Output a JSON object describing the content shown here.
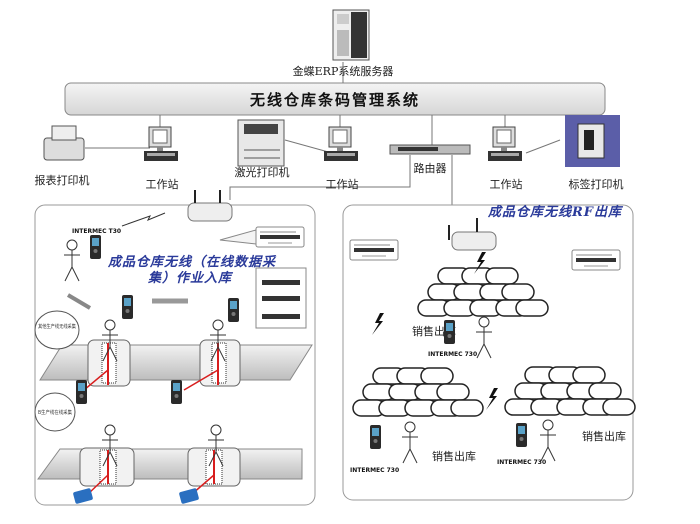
{
  "server": {
    "label": "金蝶ERP系统服务器",
    "icon": "server-icon"
  },
  "system_bar": {
    "title": "无线仓库条码管理系统"
  },
  "devices": {
    "report_printer": "报表打印机",
    "workstation_1": "工作站",
    "laser_printer": "激光打印机",
    "workstation_2": "工作站",
    "router": "路由器",
    "workstation_3": "工作站",
    "label_printer": "标签打印机"
  },
  "inbound_panel": {
    "title_line1": "成品仓库无线（在线数据采",
    "title_line2": "集）作业入库",
    "device_model": "INTERMEC T30",
    "bubble_wireless": "其他生产线无线采集",
    "bubble_online": "B生产线在线采集"
  },
  "outbound_panel": {
    "title": "成品仓库无线RF出库",
    "device_model": "INTERMEC 730",
    "sales_out": "销售出库"
  },
  "colors": {
    "title_blue": "#2a3a9a",
    "laser_red": "#d81e1e",
    "scanner_blue": "#2a6fc0"
  }
}
